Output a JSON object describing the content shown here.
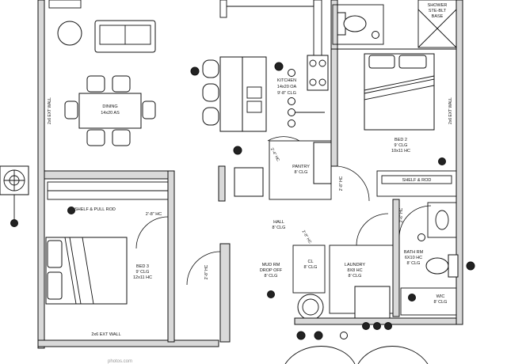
{
  "rooms": {
    "dining": {
      "name": "DINING",
      "size": "14x20 AS"
    },
    "kitchen": {
      "name": "KITCHEN",
      "size": "14x20 OA",
      "size2": "9'-8\" CLG"
    },
    "laundry_top": {
      "name": "PANTRY",
      "size": "8' CLG"
    },
    "bedroom2": {
      "name": "BED 2",
      "size": "9' CLG",
      "size2": "10x11 HC"
    },
    "bedroom3": {
      "name": "BED 3",
      "size": "9' CLG",
      "size2": "12x11 HC"
    },
    "hall": {
      "name": "HALL",
      "size": "8' CLG"
    },
    "mudrm": {
      "name": "MUD RM",
      "size": "DROP OFF",
      "size2": "8' CLG"
    },
    "closet": {
      "name": "CL",
      "size": "8' CLG"
    },
    "laundry": {
      "name": "LAUNDRY",
      "size": "8X8 HC",
      "size2": "8' CLG"
    },
    "bath": {
      "name": "BATH RM",
      "size": "6X10 HC",
      "size2": "8' CLG"
    },
    "shower": {
      "name": "SHOWER",
      "size": "STE-BLT",
      "size2": "BASE"
    },
    "counter": {
      "name": "",
      "size": ""
    },
    "wic": {
      "name": "WIC",
      "size": "8' CLG"
    }
  },
  "wall_labels": {
    "left_dining": "2x6 EXT WALL",
    "upper_bed_closet": "SHELF & PULL ROD",
    "right_bed": "SHELF & ROD",
    "right_bed_v": "2x6 EXT WALL",
    "bed_door": "2'-8\" HC",
    "hall_door": "2'-8\" HC",
    "bath_door": "2'-6\" HC",
    "bed3_bottom": "2x6 EXT WALL",
    "mud_door": "2'-8\" HC",
    "cl_door": "2'-0\" HC",
    "pantry_door": "2'-4\" HC",
    "hc_right": "2'-8\" HC"
  },
  "watermark": "photos.com"
}
